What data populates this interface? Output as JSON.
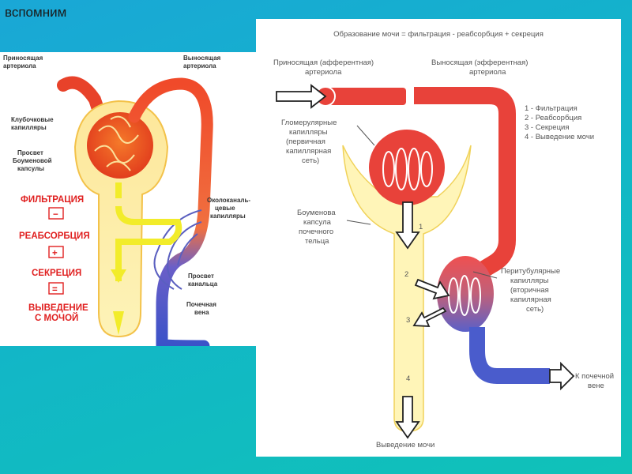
{
  "slide": {
    "title": "вспомним"
  },
  "left": {
    "labels": {
      "afferent_1": "Приносящая",
      "afferent_2": "артериола",
      "efferent_1": "Выносящая",
      "efferent_2": "артериола",
      "glom_1": "Клубочковые",
      "glom_2": "капилляры",
      "lumen_1": "Просвет",
      "lumen_2": "Боуменовой",
      "lumen_3": "капсулы",
      "peri_1": "Околоканаль-",
      "peri_2": "цевые",
      "peri_3": "капилляры",
      "tub_1": "Просвет",
      "tub_2": "канальца",
      "vein_1": "Почечная",
      "vein_2": "вена"
    },
    "steps": {
      "filtration": "ФИЛЬТРАЦИЯ",
      "minus": "−",
      "reabsorption": "РЕАБСОРБЦИЯ",
      "plus": "+",
      "secretion": "СЕКРЕЦИЯ",
      "equals": "=",
      "excretion_1": "ВЫВЕДЕНИЕ",
      "excretion_2": "С МОЧОЙ"
    }
  },
  "right": {
    "title": "Образование мочи = фильтрация - реабсорбция + секреция",
    "labels": {
      "afferent_1": "Приносящая (афферентная)",
      "afferent_2": "артериола",
      "efferent_1": "Выносящая (эфферентная)",
      "efferent_2": "артериола",
      "glom_1": "Гломерулярные",
      "glom_2": "капилляры",
      "glom_3": "(первичная",
      "glom_4": "капиллярная",
      "glom_5": "сеть)",
      "bowman_1": "Боуменова",
      "bowman_2": "капсула",
      "bowman_3": "почечного",
      "bowman_4": "тельца",
      "peri_1": "Перитубулярные",
      "peri_2": "капилляры",
      "peri_3": "(вторичная",
      "peri_4": "капилярная",
      "peri_5": "сеть)",
      "vein_1": "К почечной",
      "vein_2": "вене",
      "urine": "Выведение мочи"
    },
    "legend": [
      "1 - Фильтрация",
      "2 - Реабсорбция",
      "3 - Секреция",
      "4 - Выведение мочи"
    ],
    "numbers": [
      "1",
      "2",
      "3",
      "4"
    ]
  },
  "colors": {
    "artery": "#e8423a",
    "vein": "#4a5ccc",
    "capsule": "#fff5b8",
    "step_red": "#e02020",
    "arrow_yellow": "#f2ec2a"
  }
}
